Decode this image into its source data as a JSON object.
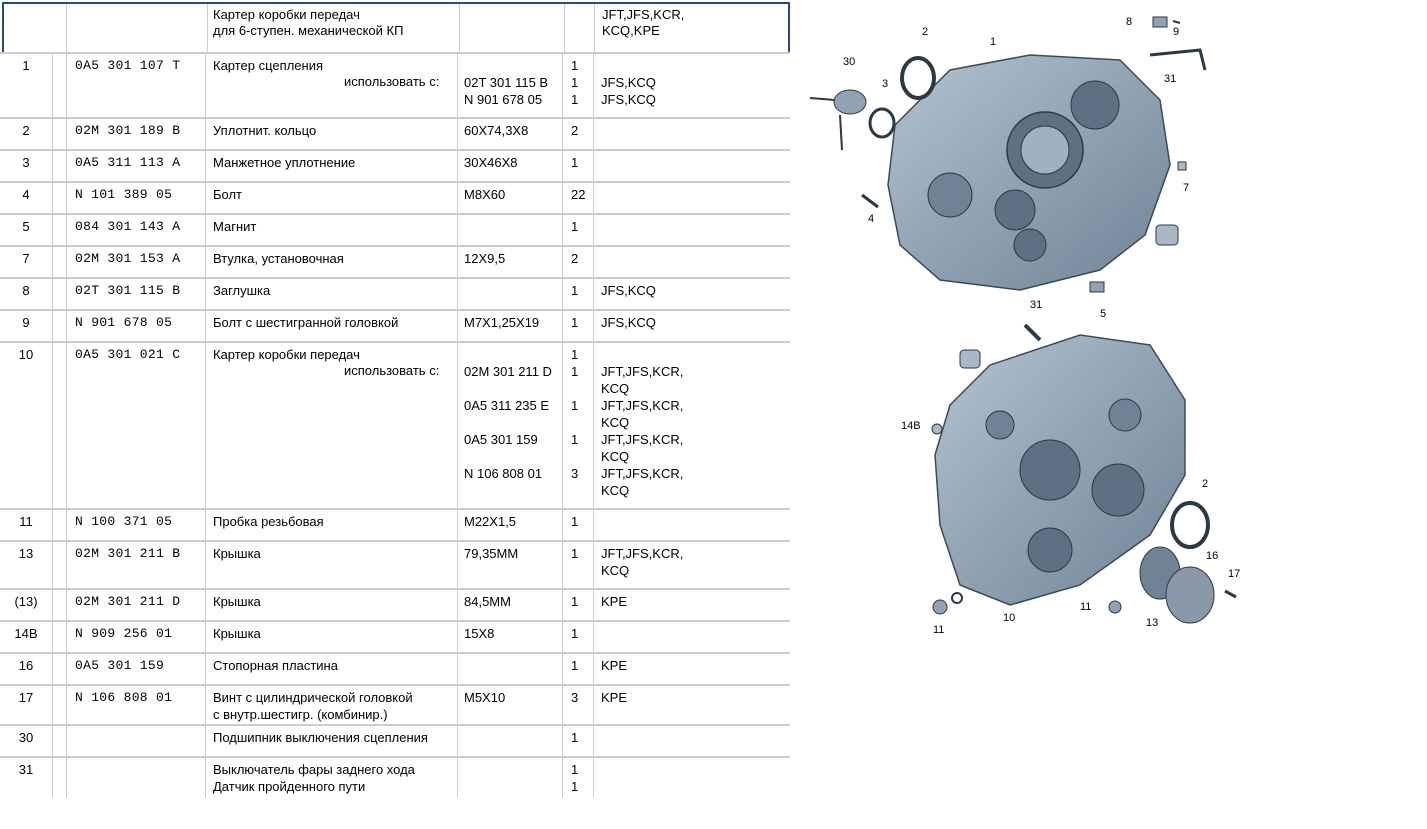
{
  "header": {
    "description": [
      "Картер коробки передач",
      "для 6-ступен. механической КП"
    ],
    "models": [
      "JFT,JFS,KCR,",
      "KCQ,KPE"
    ]
  },
  "use_with_label": "использовать с:",
  "rows": [
    {
      "pos": "1",
      "part": "0A5 301 107 T",
      "name": [
        "Картер сцепления"
      ],
      "use": true,
      "spec": [
        "",
        "02T 301 115 B",
        "N   901 678 05"
      ],
      "qty": [
        "1",
        "1",
        "1"
      ],
      "models": [
        "",
        "JFS,KCQ",
        "JFS,KCQ"
      ]
    },
    {
      "pos": "2",
      "part": "02M 301 189 B",
      "name": [
        "Уплотнит. кольцо"
      ],
      "spec": [
        "60X74,3X8"
      ],
      "qty": [
        "2"
      ],
      "models": [
        ""
      ]
    },
    {
      "pos": "3",
      "part": "0A5 311 113 A",
      "name": [
        "Манжетное уплотнение"
      ],
      "spec": [
        "30X46X8"
      ],
      "qty": [
        "1"
      ],
      "models": [
        ""
      ]
    },
    {
      "pos": "4",
      "part": "N   101 389 05",
      "name": [
        "Болт"
      ],
      "spec": [
        "M8X60"
      ],
      "qty": [
        "22"
      ],
      "models": [
        ""
      ]
    },
    {
      "pos": "5",
      "part": "084 301 143 A",
      "name": [
        "Магнит"
      ],
      "spec": [
        ""
      ],
      "qty": [
        "1"
      ],
      "models": [
        ""
      ]
    },
    {
      "pos": "7",
      "part": "02M 301 153 A",
      "name": [
        "Втулка, установочная"
      ],
      "spec": [
        "12X9,5"
      ],
      "qty": [
        "2"
      ],
      "models": [
        ""
      ]
    },
    {
      "pos": "8",
      "part": "02T 301 115 B",
      "name": [
        "Заглушка"
      ],
      "spec": [
        ""
      ],
      "qty": [
        "1"
      ],
      "models": [
        "JFS,KCQ"
      ]
    },
    {
      "pos": "9",
      "part": "N   901 678 05",
      "name": [
        "Болт с шестигранной головкой"
      ],
      "spec": [
        "M7X1,25X19"
      ],
      "qty": [
        "1"
      ],
      "models": [
        "JFS,KCQ"
      ]
    },
    {
      "pos": "10",
      "part": "0A5 301 021 C",
      "name": [
        "Картер коробки передач"
      ],
      "use": true,
      "spec": [
        "",
        "02M 301 211 D",
        "",
        "0A5 311 235 E",
        "",
        "0A5 301 159",
        "",
        "N   106 808 01",
        ""
      ],
      "qty": [
        "1",
        "1",
        "",
        "1",
        "",
        "1",
        "",
        "3",
        ""
      ],
      "models": [
        "",
        "JFT,JFS,KCR,",
        "KCQ",
        "JFT,JFS,KCR,",
        "KCQ",
        "JFT,JFS,KCR,",
        "KCQ",
        "JFT,JFS,KCR,",
        "KCQ"
      ]
    },
    {
      "pos": "11",
      "part": "N   100 371 05",
      "name": [
        "Пробка резьбовая"
      ],
      "spec": [
        "M22X1,5"
      ],
      "qty": [
        "1"
      ],
      "models": [
        ""
      ]
    },
    {
      "pos": "13",
      "part": "02M 301 211 B",
      "name": [
        "Крышка"
      ],
      "spec": [
        "79,35MM"
      ],
      "qty": [
        "1"
      ],
      "models": [
        "JFT,JFS,KCR,",
        "KCQ"
      ]
    },
    {
      "pos": "(13)",
      "part": "02M 301 211 D",
      "name": [
        "Крышка"
      ],
      "spec": [
        "84,5MM"
      ],
      "qty": [
        "1"
      ],
      "models": [
        "KPE"
      ]
    },
    {
      "pos": "14B",
      "part": "N   909 256 01",
      "name": [
        "Крышка"
      ],
      "spec": [
        "15X8"
      ],
      "qty": [
        "1"
      ],
      "models": [
        ""
      ]
    },
    {
      "pos": "16",
      "part": "0A5 301 159",
      "name": [
        "Стопорная пластина"
      ],
      "spec": [
        ""
      ],
      "qty": [
        "1"
      ],
      "models": [
        "KPE"
      ]
    },
    {
      "pos": "17",
      "part": "N   106 808 01",
      "name": [
        "Винт с цилиндрической головкой",
        "с внутр.шестигр. (комбинир.)"
      ],
      "spec": [
        "M5X10"
      ],
      "qty": [
        "3"
      ],
      "models": [
        "KPE"
      ]
    },
    {
      "pos": "30",
      "part": "",
      "name": [
        "Подшипник выключения сцепления"
      ],
      "spec": [
        ""
      ],
      "qty": [
        "1"
      ],
      "models": [
        ""
      ]
    },
    {
      "pos": "31",
      "part": "",
      "name": [
        "Выключатель фары заднего хода",
        "Датчик пройденного пути"
      ],
      "spec": [
        ""
      ],
      "qty": [
        "1",
        "1"
      ],
      "models": [
        ""
      ]
    }
  ],
  "diagram_labels": {
    "top": [
      "1",
      "2",
      "3",
      "30",
      "4",
      "5",
      "7",
      "8",
      "9",
      "31"
    ],
    "bottom": [
      "31",
      "14B",
      "2",
      "16",
      "17",
      "11",
      "13",
      "10",
      "11"
    ]
  },
  "colors": {
    "header_border": "#2b4a7e",
    "row_line": "#c9cdd4",
    "casing": "#8fa3b4",
    "casing_dark": "#5d7183"
  }
}
